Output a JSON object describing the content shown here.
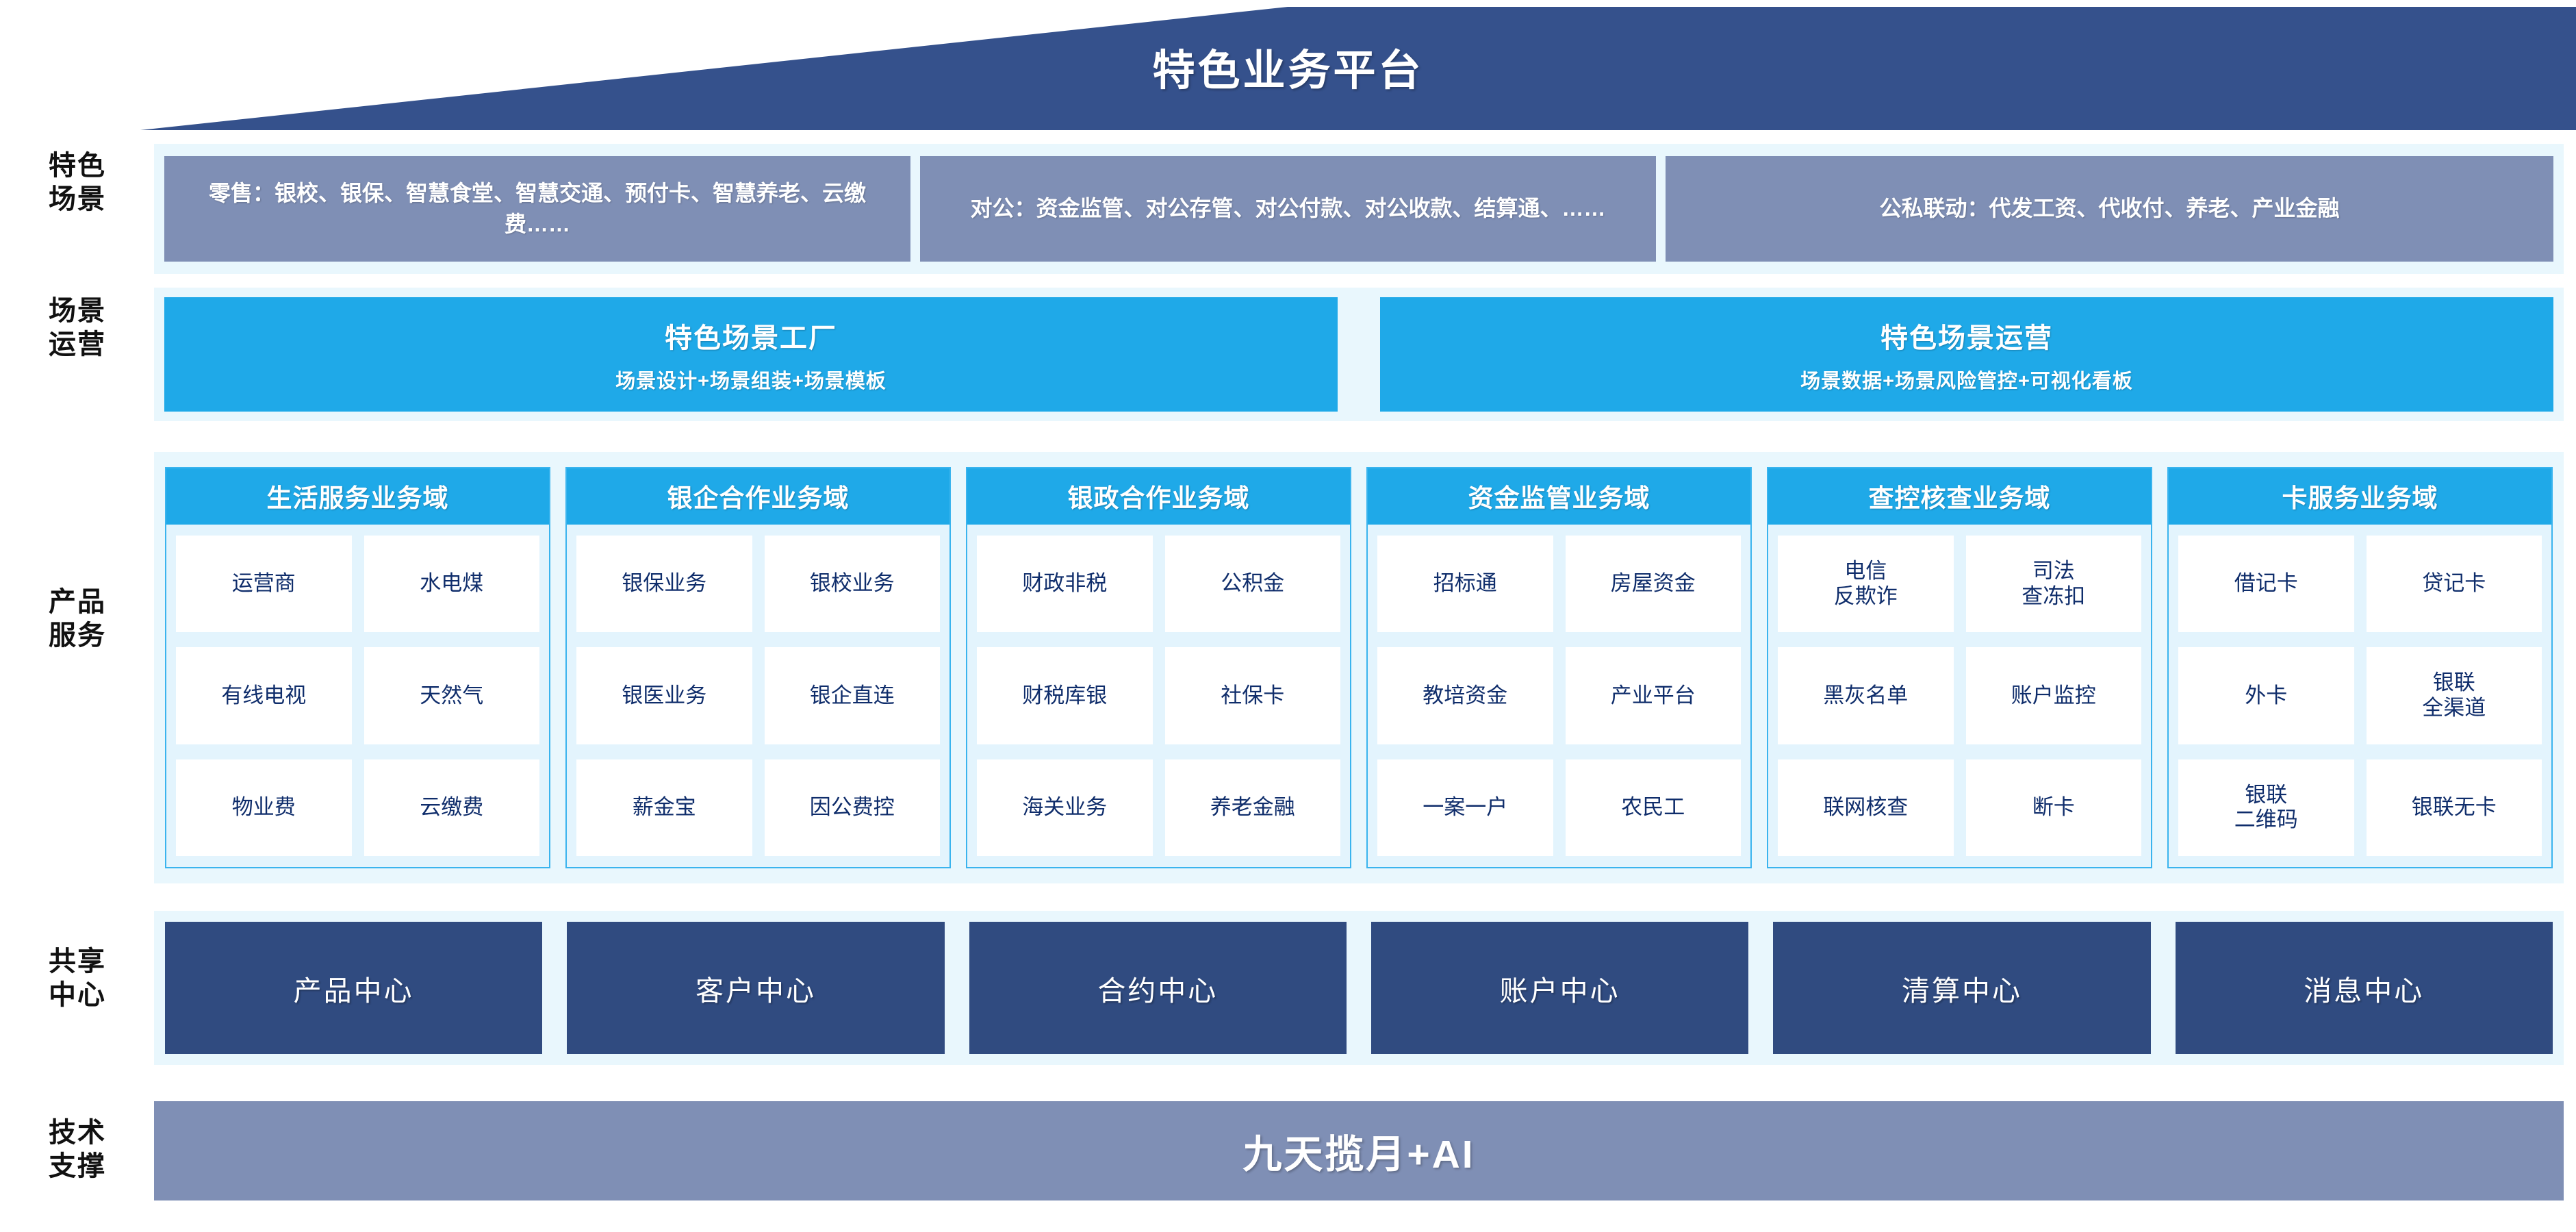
{
  "banner": {
    "title": "特色业务平台"
  },
  "row_labels": {
    "scenarios": "特色\n场景",
    "scenarios_l1": "特色",
    "scenarios_l2": "场景",
    "operations_l1": "场景",
    "operations_l2": "运营",
    "products_l1": "产品",
    "products_l2": "服务",
    "centers_l1": "共享",
    "centers_l2": "中心",
    "tech_l1": "技术",
    "tech_l2": "支撑"
  },
  "scenarios": [
    {
      "text": "零售：银校、银保、智慧食堂、智慧交通、预付卡、智慧养老、云缴费……"
    },
    {
      "text": "对公：资金监管、对公存管、对公付款、对公收款、结算通、……"
    },
    {
      "text": "公私联动：代发工资、代收付、养老、产业金融"
    }
  ],
  "operations": [
    {
      "title": "特色场景工厂",
      "subtitle": "场景设计+场景组装+场景模板"
    },
    {
      "title": "特色场景运营",
      "subtitle": "场景数据+场景风险管控+可视化看板"
    }
  ],
  "domains": [
    {
      "title": "生活服务业务域",
      "cells": [
        [
          "运营商",
          "水电煤"
        ],
        [
          "有线电视",
          "天然气"
        ],
        [
          "物业费",
          "云缴费"
        ]
      ]
    },
    {
      "title": "银企合作业务域",
      "cells": [
        [
          "银保业务",
          "银校业务"
        ],
        [
          "银医业务",
          "银企直连"
        ],
        [
          "薪金宝",
          "因公费控"
        ]
      ]
    },
    {
      "title": "银政合作业务域",
      "cells": [
        [
          "财政非税",
          "公积金"
        ],
        [
          "财税库银",
          "社保卡"
        ],
        [
          "海关业务",
          "养老金融"
        ]
      ]
    },
    {
      "title": "资金监管业务域",
      "cells": [
        [
          "招标通",
          "房屋资金"
        ],
        [
          "教培资金",
          "产业平台"
        ],
        [
          "一案一户",
          "农民工"
        ]
      ]
    },
    {
      "title": "查控核查业务域",
      "cells": [
        [
          "电信\n反欺诈",
          "司法\n查冻扣"
        ],
        [
          "黑灰名单",
          "账户监控"
        ],
        [
          "联网核查",
          "断卡"
        ]
      ]
    },
    {
      "title": "卡服务业务域",
      "cells": [
        [
          "借记卡",
          "贷记卡"
        ],
        [
          "外卡",
          "银联\n全渠道"
        ],
        [
          "银联\n二维码",
          "银联无卡"
        ]
      ]
    }
  ],
  "shared_centers": [
    {
      "label": "产品中心"
    },
    {
      "label": "客户中心"
    },
    {
      "label": "合约中心"
    },
    {
      "label": "账户中心"
    },
    {
      "label": "清算中心"
    },
    {
      "label": "消息中心"
    }
  ],
  "tech_support": {
    "label": "九天揽月+AI"
  },
  "colors": {
    "roof": "#35518c",
    "scenario_box": "#7f8fb5",
    "cyan": "#1fa9e8",
    "band_bg": "#e9f7fd",
    "domain_bg": "#e3f4fd",
    "domain_border": "#3ab4ee",
    "cell_text": "#0f2d6b",
    "center_box": "#304b80",
    "tech_bar": "#7f8fb5"
  }
}
